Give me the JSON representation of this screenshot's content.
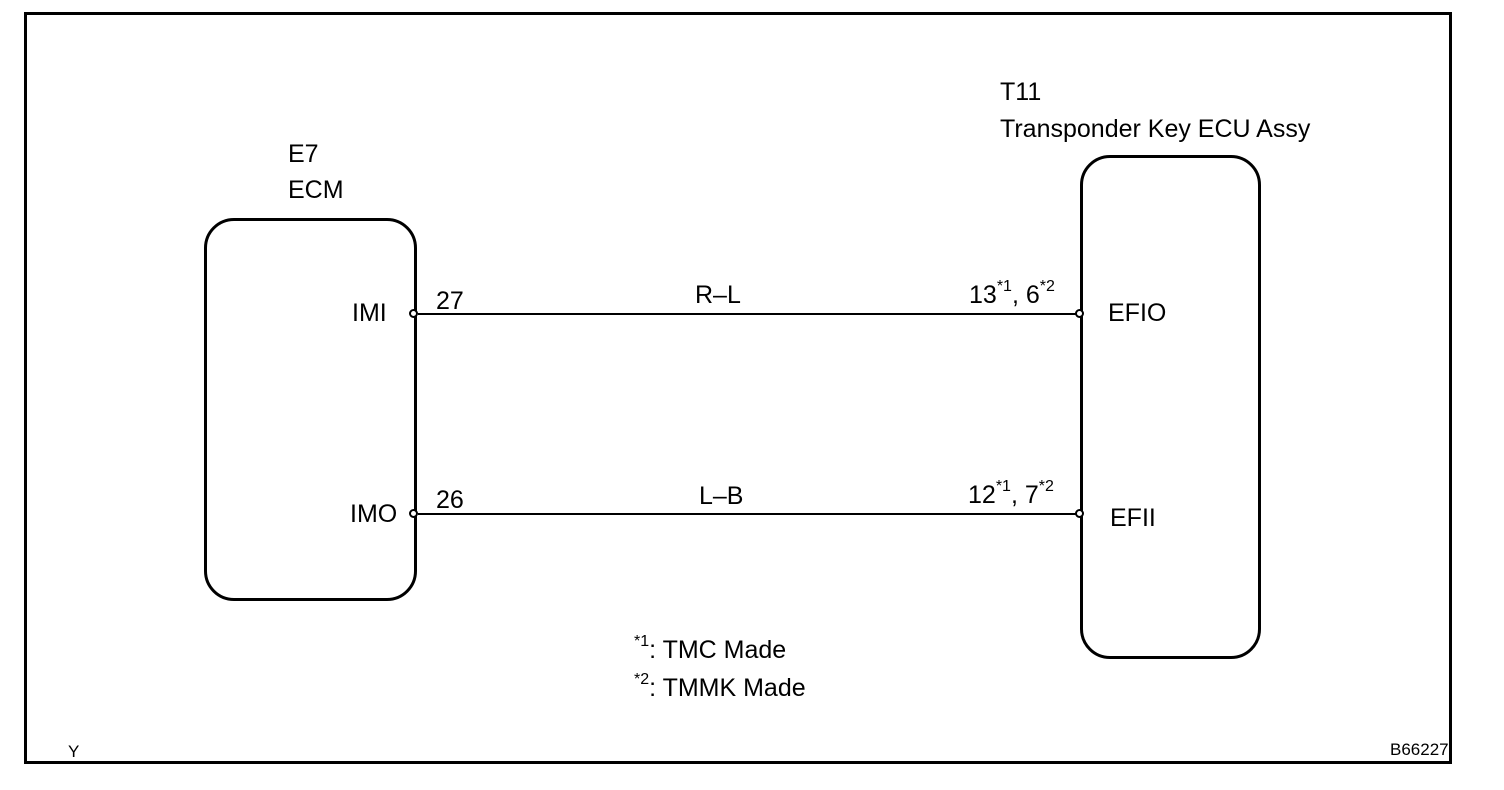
{
  "ecm": {
    "code": "E7",
    "name": "ECM"
  },
  "transponder": {
    "code": "T11",
    "name": "Transponder Key ECU Assy"
  },
  "wires": [
    {
      "ecm_terminal": "IMI",
      "ecm_pin": "27",
      "color": "R–L",
      "ecu_pin_a": "13",
      "ecu_pin_a_note": "*1",
      "ecu_pin_b": "6",
      "ecu_pin_b_note": "*2",
      "ecu_terminal": "EFIO"
    },
    {
      "ecm_terminal": "IMO",
      "ecm_pin": "26",
      "color": "L–B",
      "ecu_pin_a": "12",
      "ecu_pin_a_note": "*1",
      "ecu_pin_b": "7",
      "ecu_pin_b_note": "*2",
      "ecu_terminal": "EFII"
    }
  ],
  "notes": [
    {
      "mark": "*1",
      "text": ": TMC Made"
    },
    {
      "mark": "*2",
      "text": ": TMMK Made"
    }
  ],
  "corner_left": "Y",
  "figure_id": "B66227"
}
